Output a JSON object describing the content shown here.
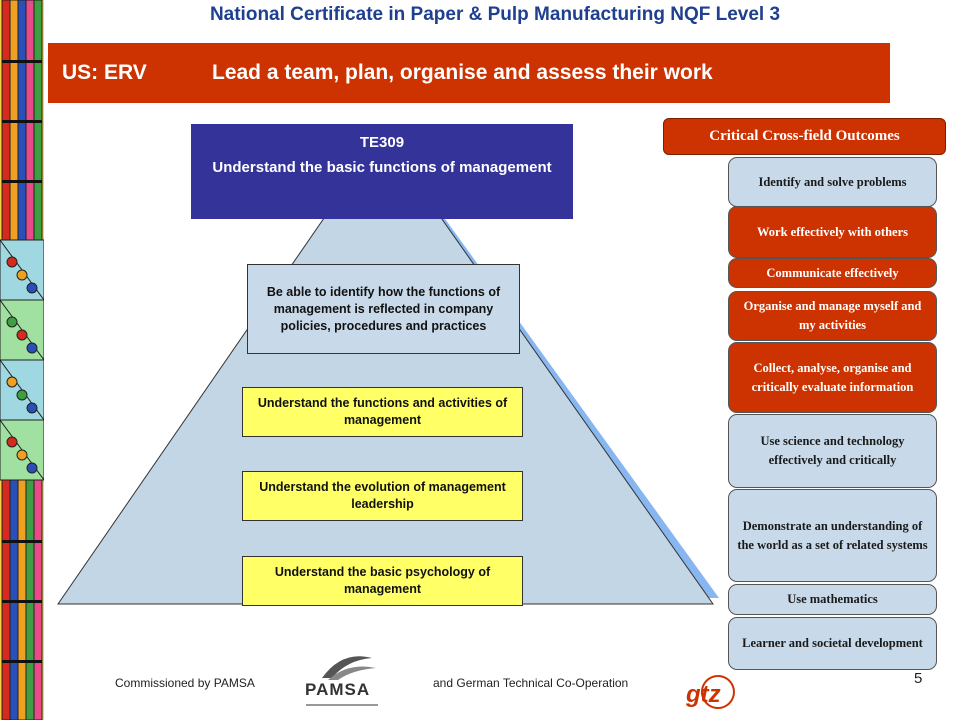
{
  "header": {
    "title": "National Certificate in Paper & Pulp Manufacturing NQF Level 3"
  },
  "unit_standard": {
    "code": "US: ERV",
    "title": "Lead a team, plan, organise and assess their work"
  },
  "pyramid": {
    "top": {
      "code": "TE309",
      "title": "Understand the basic functions of management"
    },
    "levels": [
      "Be able to identify how the functions of management is reflected in company policies, procedures and practices",
      "Understand the functions and activities of management",
      "Understand the evolution of management leadership",
      "Understand the basic psychology of management"
    ]
  },
  "critical_outcomes": {
    "header": "Critical Cross-field Outcomes",
    "items": [
      "Identify and solve problems",
      "Work effectively with others",
      "Communicate effectively",
      "Organise and manage myself and my activities",
      "Collect, analyse, organise and critically evaluate information",
      "Use science and technology effectively and critically",
      "Demonstrate an understanding of the world as a set of related systems",
      "Use mathematics",
      "Learner and societal development"
    ]
  },
  "footer": {
    "commissioned": "Commissioned by PAMSA",
    "cooperation": "and German Technical Co-Operation",
    "page_number": "5",
    "pamsa_logo_text": "PAMSA",
    "gtz_logo_text": "gtz"
  },
  "colors": {
    "title_blue": "#1f3f8f",
    "accent_red": "#cc3300",
    "navy": "#333399",
    "light_blue": "#c8daea",
    "yellow": "#ffff66"
  }
}
